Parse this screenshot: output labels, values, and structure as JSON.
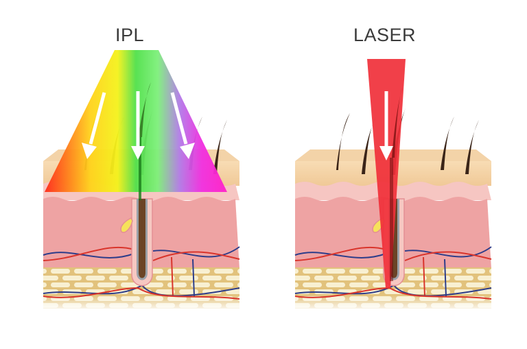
{
  "panels": {
    "left": {
      "title": "IPL",
      "beam": "broad-spectrum rainbow light",
      "arrows": 3
    },
    "right": {
      "title": "LASER",
      "beam": "single red wavelength",
      "arrows": 1
    }
  },
  "colors": {
    "epidermis": "#f6d8ae",
    "epidermis_dark": "#edc595",
    "dermis": "#eea7a6",
    "dermis_wave": "#f6c4c0",
    "fat": "#e4c785",
    "fat_cell": "#f7efcf",
    "laser": "#f0303a",
    "hair": "#3a2418",
    "artery": "#d9342b",
    "vein": "#2d3d8a",
    "title": "#3a3a3a"
  }
}
